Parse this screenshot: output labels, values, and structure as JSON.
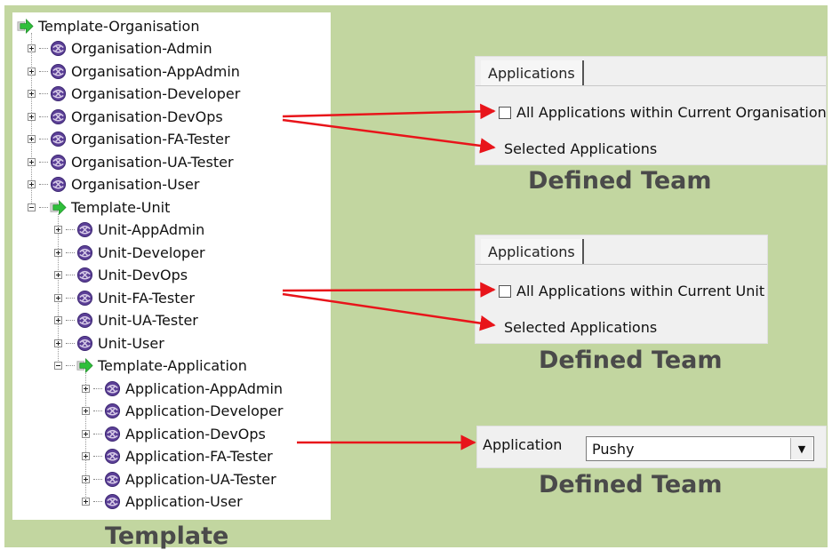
{
  "tree": {
    "nodes": [
      {
        "label": "Template-Organisation",
        "type": "template",
        "expander": "none"
      },
      {
        "label": "Organisation-Admin",
        "type": "team",
        "expander": "plus"
      },
      {
        "label": "Organisation-AppAdmin",
        "type": "team",
        "expander": "plus"
      },
      {
        "label": "Organisation-Developer",
        "type": "team",
        "expander": "plus"
      },
      {
        "label": "Organisation-DevOps",
        "type": "team",
        "expander": "plus"
      },
      {
        "label": "Organisation-FA-Tester",
        "type": "team",
        "expander": "plus"
      },
      {
        "label": "Organisation-UA-Tester",
        "type": "team",
        "expander": "plus"
      },
      {
        "label": "Organisation-User",
        "type": "team",
        "expander": "plus"
      },
      {
        "label": "Template-Unit",
        "type": "template",
        "expander": "minus"
      },
      {
        "label": "Unit-AppAdmin",
        "type": "team",
        "expander": "plus"
      },
      {
        "label": "Unit-Developer",
        "type": "team",
        "expander": "plus"
      },
      {
        "label": "Unit-DevOps",
        "type": "team",
        "expander": "plus"
      },
      {
        "label": "Unit-FA-Tester",
        "type": "team",
        "expander": "plus"
      },
      {
        "label": "Unit-UA-Tester",
        "type": "team",
        "expander": "plus"
      },
      {
        "label": "Unit-User",
        "type": "team",
        "expander": "plus"
      },
      {
        "label": "Template-Application",
        "type": "template",
        "expander": "minus"
      },
      {
        "label": "Application-AppAdmin",
        "type": "team",
        "expander": "plus"
      },
      {
        "label": "Application-Developer",
        "type": "team",
        "expander": "plus"
      },
      {
        "label": "Application-DevOps",
        "type": "team",
        "expander": "plus"
      },
      {
        "label": "Application-FA-Tester",
        "type": "team",
        "expander": "plus"
      },
      {
        "label": "Application-UA-Tester",
        "type": "team",
        "expander": "plus"
      },
      {
        "label": "Application-User",
        "type": "team",
        "expander": "plus"
      }
    ],
    "caption": "Template"
  },
  "panel_org": {
    "tab": "Applications",
    "option_all": "All Applications within Current Organisation",
    "option_selected": "Selected Applications",
    "caption": "Defined Team"
  },
  "panel_unit": {
    "tab": "Applications",
    "option_all": "All Applications within Current Unit",
    "option_selected": "Selected Applications",
    "caption": "Defined Team"
  },
  "panel_app": {
    "label": "Application",
    "value": "Pushy",
    "caption": "Defined Team"
  },
  "colors": {
    "background": "#c2d6a0",
    "arrow": "#e8141a",
    "template_icon": "#2fbf3b",
    "team_icon": "#5b3f96"
  }
}
